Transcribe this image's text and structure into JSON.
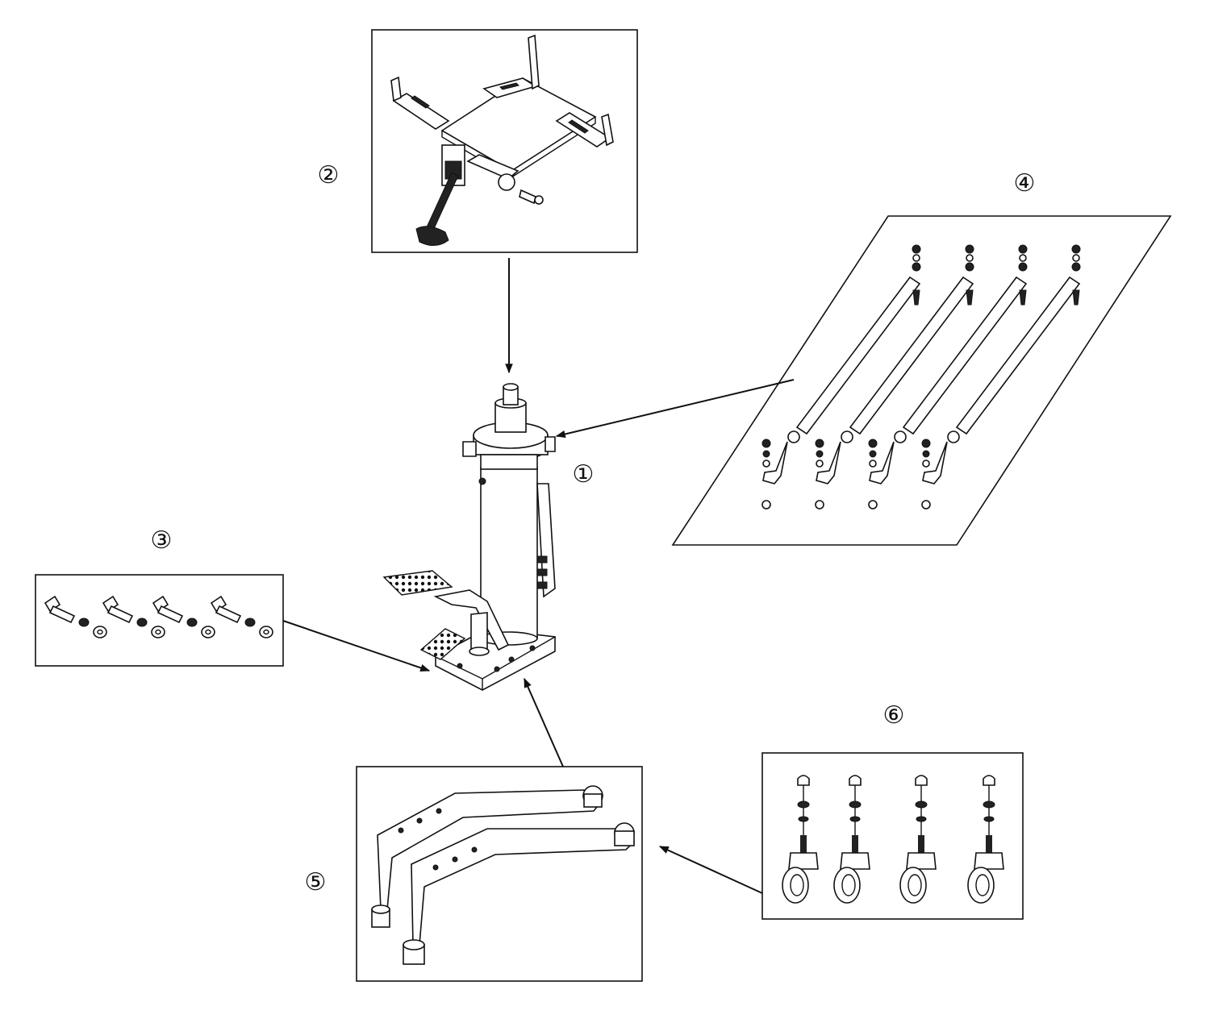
{
  "diagram": {
    "callouts": [
      {
        "id": "1",
        "label": "①"
      },
      {
        "id": "2",
        "label": "②"
      },
      {
        "id": "3",
        "label": "③"
      },
      {
        "id": "4",
        "label": "④"
      },
      {
        "id": "5",
        "label": "⑤"
      },
      {
        "id": "6",
        "label": "⑥"
      }
    ]
  }
}
